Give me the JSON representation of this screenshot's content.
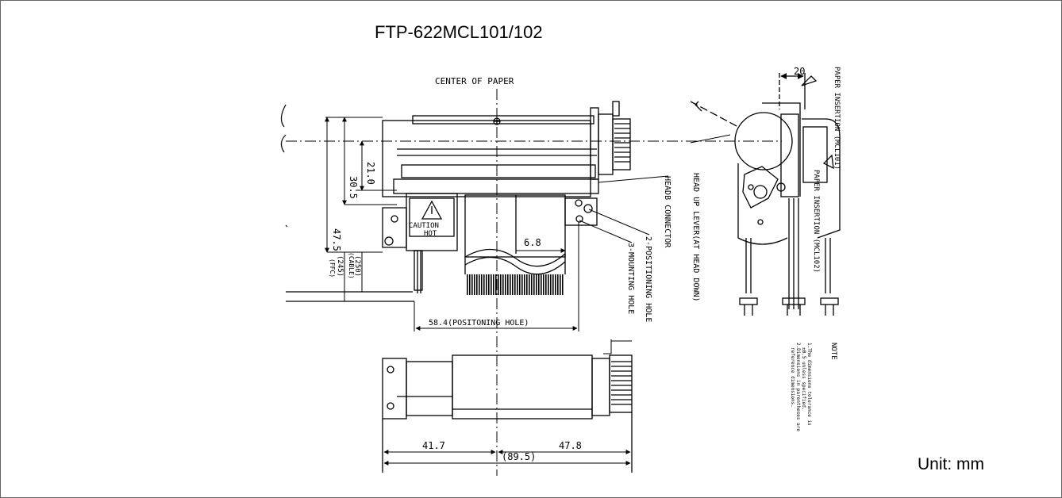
{
  "title": "FTP-622MCL101/102",
  "unit": "Unit: mm",
  "labels": {
    "center_of_paper": "CENTER OF PAPER",
    "dim_21": "21.0",
    "dim_30_5": "30.5",
    "dim_47_5": "47.5",
    "dim_250": "(250)",
    "cable": "(CABLE)",
    "dim_245": "(245)",
    "ffc": "(FFC)",
    "caution": "CAUTION",
    "hot": "HOT",
    "dim_6_8": "6.8",
    "dim_58_4": "58.4(POSITONING HOLE)",
    "headb_connector": "HEADB CONNECTOR",
    "positioning_hole": "2-POSITIONING HOLE",
    "mounting_hole": "3-MOUNTING HOLE",
    "head_up_lever": "HEAD UP LEVER(AT HEAD DOWN)",
    "dim_20": "20",
    "paper_insertion_101": "PAPER INSERTION (MCL101)",
    "paper_insertion_102": "PAPER INSERTION (MCL102)",
    "dim_41_7": "41.7",
    "dim_47_8": "47.8",
    "dim_89_5": "(89.5)",
    "note_title": "NOTE",
    "note_1": "1.The dimensions tolerance is",
    "note_1b": "±0.5 unless specified.",
    "note_2": "2.Dimensions in parentheses are",
    "note_2b": "reference dimensions."
  }
}
